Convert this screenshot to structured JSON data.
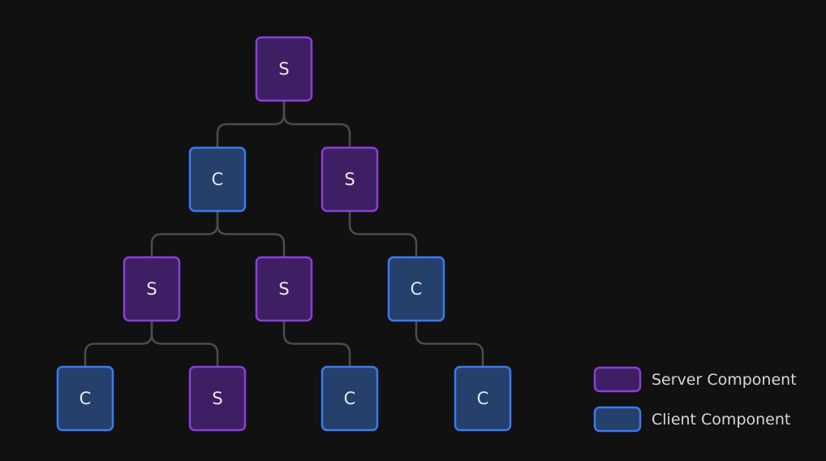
{
  "colors": {
    "background": "#111111",
    "edge": "#4c4c4f",
    "server_fill": "#3f1f63",
    "server_stroke": "#8a3fd8",
    "client_fill": "#24406b",
    "client_stroke": "#3a7af0"
  },
  "nodes": [
    {
      "id": "n1",
      "label": "S",
      "kind": "server"
    },
    {
      "id": "n2",
      "label": "C",
      "kind": "client"
    },
    {
      "id": "n3",
      "label": "S",
      "kind": "server"
    },
    {
      "id": "n4",
      "label": "S",
      "kind": "server"
    },
    {
      "id": "n5",
      "label": "S",
      "kind": "server"
    },
    {
      "id": "n6",
      "label": "C",
      "kind": "client"
    },
    {
      "id": "n7",
      "label": "C",
      "kind": "client"
    },
    {
      "id": "n8",
      "label": "S",
      "kind": "server"
    },
    {
      "id": "n9",
      "label": "C",
      "kind": "client"
    },
    {
      "id": "n10",
      "label": "C",
      "kind": "client"
    }
  ],
  "edges": [
    {
      "from": "n1",
      "to": "n2"
    },
    {
      "from": "n1",
      "to": "n3"
    },
    {
      "from": "n2",
      "to": "n4"
    },
    {
      "from": "n2",
      "to": "n5"
    },
    {
      "from": "n3",
      "to": "n6"
    },
    {
      "from": "n4",
      "to": "n7"
    },
    {
      "from": "n4",
      "to": "n8"
    },
    {
      "from": "n5",
      "to": "n9"
    },
    {
      "from": "n6",
      "to": "n10"
    }
  ],
  "legend": {
    "items": [
      {
        "label": "Server Component",
        "kind": "server"
      },
      {
        "label": "Client Component",
        "kind": "client"
      }
    ]
  }
}
